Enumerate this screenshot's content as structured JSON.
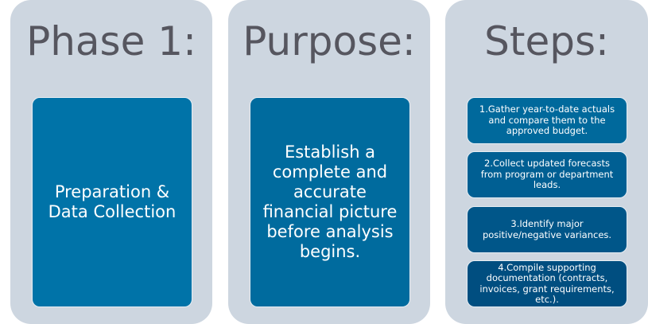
{
  "columns": [
    {
      "title": "Phase 1:",
      "body": "Preparation & Data Collection"
    },
    {
      "title": "Purpose:",
      "body": "Establish a complete and accurate financial picture before analysis begins."
    },
    {
      "title": "Steps:",
      "steps": [
        "1.Gather year-to-date actuals and compare them to the approved budget.",
        "2.Collect updated forecasts from program or department leads.",
        "3.Identify major positive/negative variances.",
        "4.Compile supporting documentation (contracts, invoices, grant requirements, etc.)."
      ]
    }
  ],
  "colors": {
    "panel": "#cdd6e0",
    "title": "#56565f",
    "box1": "#0073a8",
    "box2": "#006b9e",
    "steps": [
      "#00699c",
      "#005f93",
      "#005689",
      "#004e80"
    ]
  }
}
